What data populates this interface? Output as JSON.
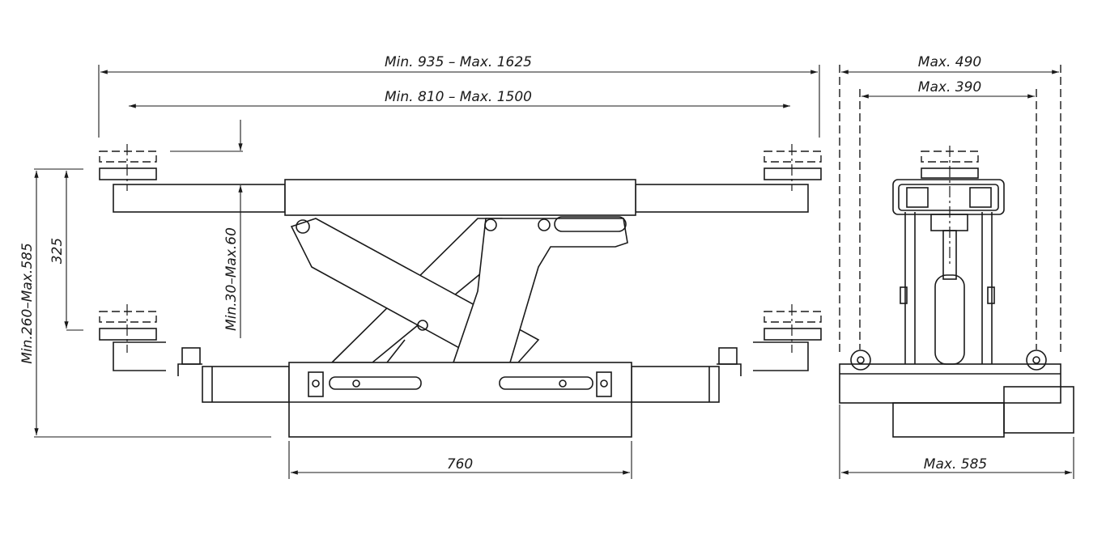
{
  "dimensions": {
    "overall_width": "Min. 935 – Max. 1625",
    "pad_spacing": "Min. 810 – Max. 1500",
    "side_outer": "Max. 490",
    "side_inner": "Max. 390",
    "pad_height_offset": "325",
    "total_height": "Min.260–Max.585",
    "pad_adjust": "Min.30–Max.60",
    "base_length": "760",
    "side_base_width": "Max. 585"
  }
}
